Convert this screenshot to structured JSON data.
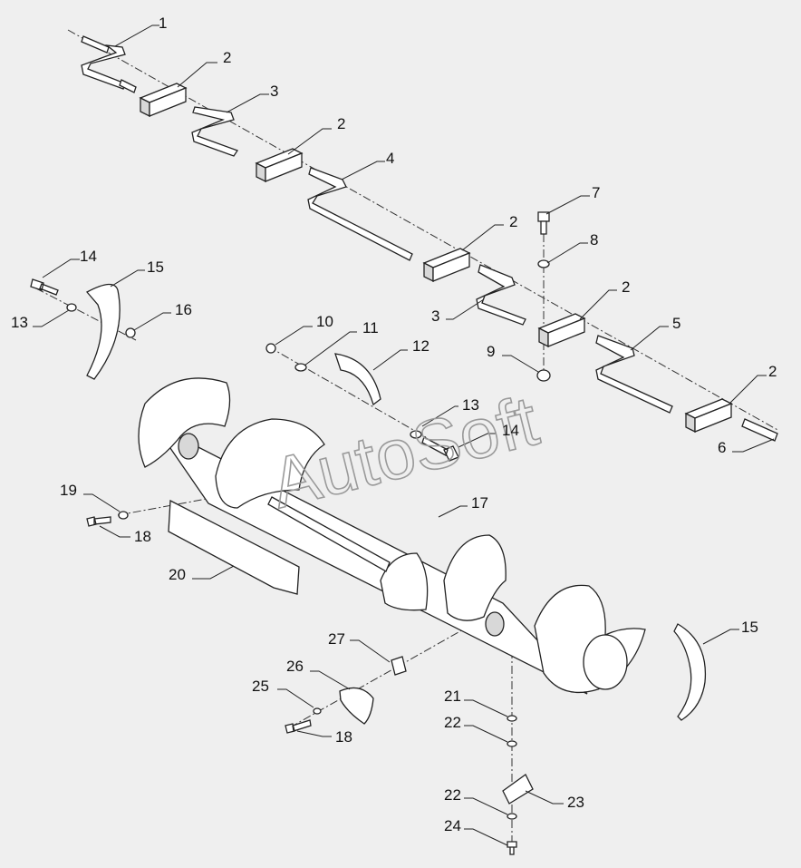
{
  "watermark": "AutoSoft",
  "callouts": [
    {
      "id": "c1",
      "label": "1"
    },
    {
      "id": "c2a",
      "label": "2"
    },
    {
      "id": "c3a",
      "label": "3"
    },
    {
      "id": "c2b",
      "label": "2"
    },
    {
      "id": "c4",
      "label": "4"
    },
    {
      "id": "c7",
      "label": "7"
    },
    {
      "id": "c2c",
      "label": "2"
    },
    {
      "id": "c8",
      "label": "8"
    },
    {
      "id": "c14a",
      "label": "14"
    },
    {
      "id": "c15a",
      "label": "15"
    },
    {
      "id": "c2d",
      "label": "2"
    },
    {
      "id": "c16",
      "label": "16"
    },
    {
      "id": "c13a",
      "label": "13"
    },
    {
      "id": "c3b",
      "label": "3"
    },
    {
      "id": "c10",
      "label": "10"
    },
    {
      "id": "c11",
      "label": "11"
    },
    {
      "id": "c5",
      "label": "5"
    },
    {
      "id": "c12",
      "label": "12"
    },
    {
      "id": "c9",
      "label": "9"
    },
    {
      "id": "c2e",
      "label": "2"
    },
    {
      "id": "c13b",
      "label": "13"
    },
    {
      "id": "c14b",
      "label": "14"
    },
    {
      "id": "c6",
      "label": "6"
    },
    {
      "id": "c19",
      "label": "19"
    },
    {
      "id": "c17",
      "label": "17"
    },
    {
      "id": "c18a",
      "label": "18"
    },
    {
      "id": "c20",
      "label": "20"
    },
    {
      "id": "c15b",
      "label": "15"
    },
    {
      "id": "c27",
      "label": "27"
    },
    {
      "id": "c26",
      "label": "26"
    },
    {
      "id": "c25",
      "label": "25"
    },
    {
      "id": "c21",
      "label": "21"
    },
    {
      "id": "c22a",
      "label": "22"
    },
    {
      "id": "c18b",
      "label": "18"
    },
    {
      "id": "c22b",
      "label": "22"
    },
    {
      "id": "c23",
      "label": "23"
    },
    {
      "id": "c24",
      "label": "24"
    }
  ]
}
